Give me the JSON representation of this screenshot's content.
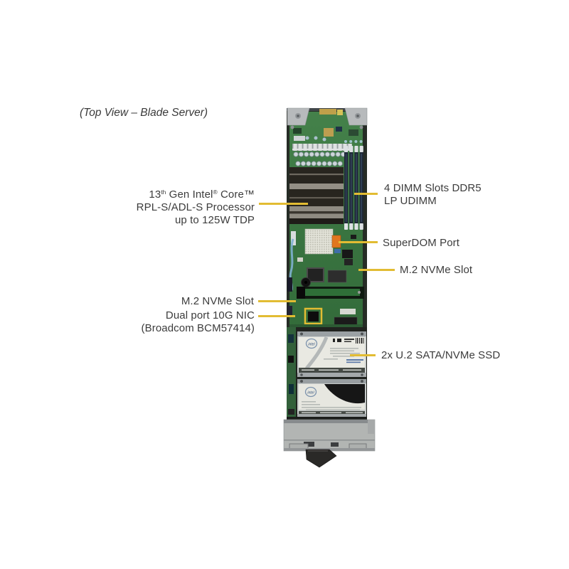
{
  "accent_color": "#e2bc33",
  "title": "(Top View – Blade Server)",
  "callouts": {
    "cpu": {
      "gen_num": "13",
      "gen_sup": "th",
      "mid": " Gen Intel",
      "reg": "®",
      "end": " Core™",
      "line2": "RPL-S/ADL-S Processor",
      "line3": "up to 125W TDP"
    },
    "dimm": {
      "line1": "4 DIMM Slots DDR5",
      "line2": "LP UDIMM"
    },
    "superdom": {
      "label": "SuperDOM Port"
    },
    "m2_right": {
      "label": "M.2 NVMe Slot"
    },
    "m2_left": {
      "label": "M.2 NVMe Slot"
    },
    "nic": {
      "line1": "Dual port 10G NIC",
      "line2": "(Broadcom BCM57414)"
    },
    "ssd": {
      "label": "2x U.2 SATA/NVMe SSD"
    }
  },
  "board": {
    "ssd_logo": "intel"
  }
}
